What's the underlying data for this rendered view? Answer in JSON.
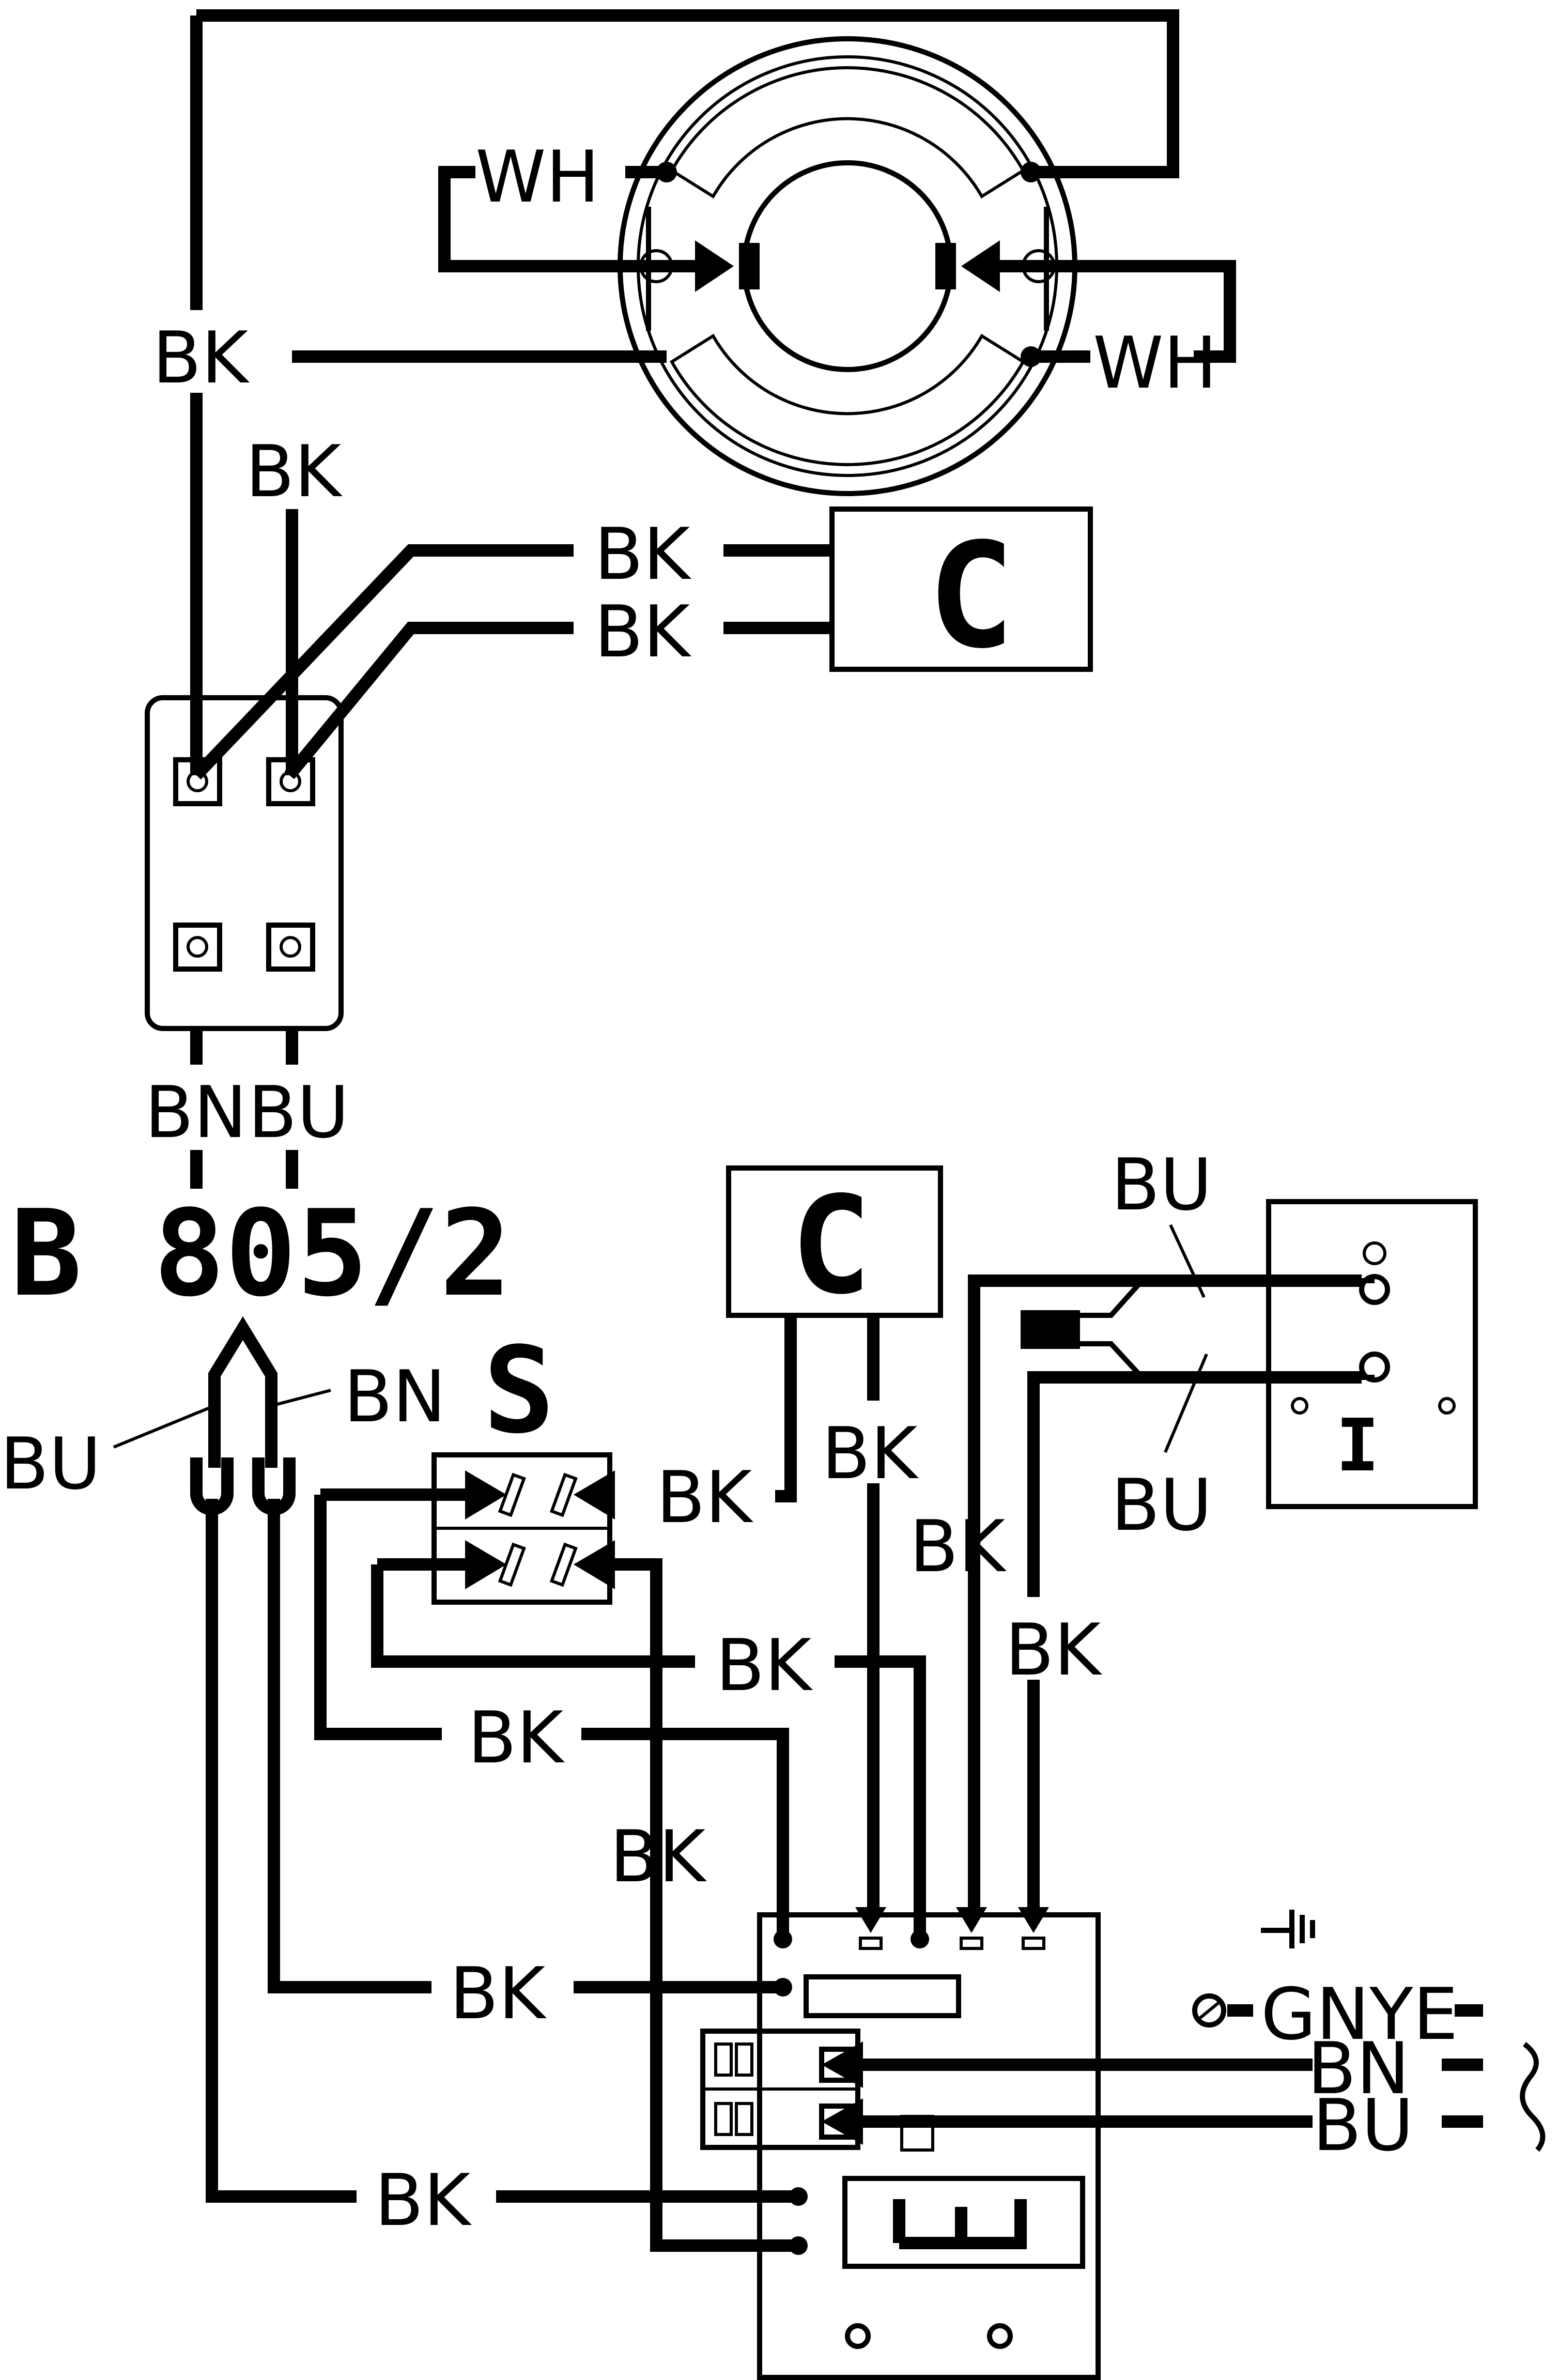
{
  "model": "B 805/2",
  "wire_labels": {
    "white": "WH",
    "black": "BK",
    "brown": "BN",
    "blue": "BU",
    "earth": "GNYE"
  },
  "components": {
    "capacitor": "C",
    "switch": "S",
    "indicator": "I"
  },
  "colors": {
    "line": "#000000",
    "background": "#ffffff"
  }
}
